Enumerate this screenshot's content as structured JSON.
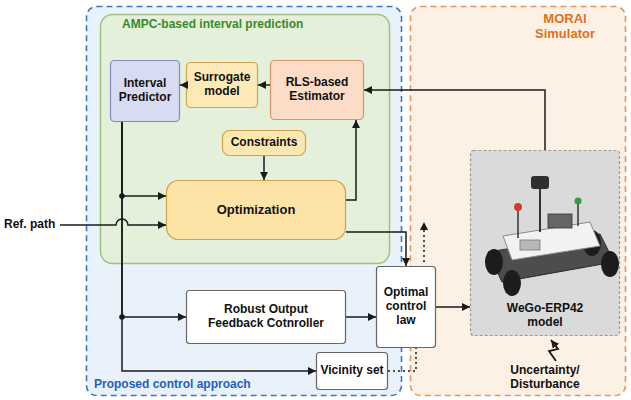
{
  "diagram": {
    "nodes": [
      {
        "text": [
          "Proposed control approach"
        ]
      },
      {
        "text": [
          "AMPC-based interval prediction"
        ],
        "in": 0
      },
      {
        "text": [
          "Interval Predictor"
        ],
        "in": 1
      },
      {
        "text": [
          "Surrogate model"
        ],
        "in": 1
      },
      {
        "text": [
          "RLS-based Estimator"
        ],
        "in": 1
      },
      {
        "text": [
          "Constraints"
        ],
        "in": 1
      },
      {
        "text": [
          "Optimization"
        ],
        "in": 1
      },
      {
        "text": [
          "Robust Output Feedback Cotnroller"
        ],
        "in": 0
      },
      {
        "text": [
          "Optimal control law"
        ]
      },
      {
        "text": [
          "Vicinity set"
        ],
        "in": 0
      },
      {
        "text": [
          "MORAI Simulator"
        ]
      },
      {
        "text": [
          "WeGo-ERP42 model"
        ],
        "in": 10
      }
    ],
    "edges": [
      {
        "from": 11,
        "to": 4,
        "arrow": "to"
      },
      {
        "from": 4,
        "to": 3,
        "arrow": "to"
      },
      {
        "from": 3,
        "to": 2,
        "arrow": "to"
      },
      {
        "from": 5,
        "to": 6,
        "arrow": "to"
      },
      {
        "from": 6,
        "to": 4,
        "arrow": "to"
      },
      {
        "from": 2,
        "to": 6,
        "arrow": "to"
      },
      {
        "from": 2,
        "to": 7,
        "arrow": "to"
      },
      {
        "from": 2,
        "to": 9,
        "arrow": "to"
      },
      {
        "from": 6,
        "to": 8,
        "arrow": "to"
      },
      {
        "from": 7,
        "to": 8,
        "arrow": "to"
      },
      {
        "from": 9,
        "to": 8,
        "arrow": "none"
      },
      {
        "from": 8,
        "to": 11,
        "arrow": "to"
      }
    ],
    "labels": [
      "Ref. path",
      "Uncertainty/ Disturbance"
    ]
  }
}
